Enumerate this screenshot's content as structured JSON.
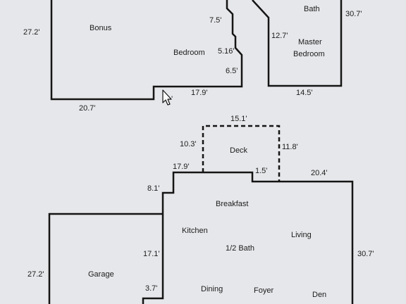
{
  "rooms": {
    "bonus": "Bonus",
    "bedroom": "Bedroom",
    "bath": "Bath",
    "master_line1": "Master",
    "master_line2": "Bedroom",
    "deck": "Deck",
    "breakfast": "Breakfast",
    "kitchen": "Kitchen",
    "half_bath": "1/2 Bath",
    "living": "Living",
    "garage": "Garage",
    "dining": "Dining",
    "foyer": "Foyer",
    "den": "Den"
  },
  "dimensions": {
    "upper_left_height": "27.2'",
    "upper_right_height": "30.7'",
    "bedroom_a": "7.5'",
    "bedroom_b": "5.16'",
    "bedroom_c": "6.5'",
    "master_inner": "12.7'",
    "upper_bottom_left": "20.7'",
    "upper_bottom_mid": "17.9'",
    "upper_bottom_right": "14.5'",
    "cursor_fragment": "'",
    "deck_top": "15.1'",
    "deck_left": "10.3'",
    "deck_right": "11.8'",
    "deck_step": "1.5'",
    "main_top_left": "17.9'",
    "main_top_right": "20.4'",
    "main_notch": "8.1'",
    "main_left": "17.1'",
    "main_right": "30.7'",
    "garage_height": "27.2'",
    "lower_notch": "3.7'"
  }
}
